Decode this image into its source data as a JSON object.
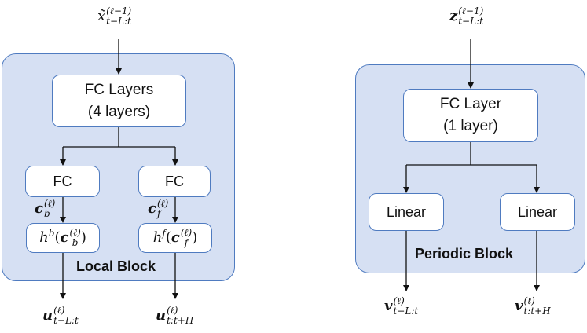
{
  "local_block": {
    "input_label": {
      "base": "x̃",
      "sup": "(ℓ−1)",
      "sub": "t−L:t"
    },
    "fc_layers": {
      "line1": "FC Layers",
      "line2": "(4 layers)"
    },
    "fc_left": "FC",
    "fc_right": "FC",
    "coef_b": {
      "base": "c",
      "sup": "(ℓ)",
      "sub": "b"
    },
    "coef_f": {
      "base": "c",
      "sup": "(ℓ)",
      "sub": "f"
    },
    "basis_b": {
      "fn": "h",
      "fn_sup": "b",
      "arg": "c",
      "arg_sup": "(ℓ)",
      "arg_sub": "b"
    },
    "basis_f": {
      "fn": "h",
      "fn_sup": "f",
      "arg": "c",
      "arg_sup": "(ℓ)",
      "arg_sub": "f"
    },
    "title": "Local Block",
    "output_back": {
      "base": "u",
      "sup": "(ℓ)",
      "sub": "t−L:t"
    },
    "output_fore": {
      "base": "u",
      "sup": "(ℓ)",
      "sub": "t:t+H"
    }
  },
  "periodic_block": {
    "input_label": {
      "base": "z",
      "sup": "(ℓ−1)",
      "sub": "t−L:t"
    },
    "fc_layer": {
      "line1": "FC Layer",
      "line2": "(1 layer)"
    },
    "linear_left": "Linear",
    "linear_right": "Linear",
    "title": "Periodic Block",
    "output_back": {
      "base": "v",
      "sup": "(ℓ)",
      "sub": "t−L:t"
    },
    "output_fore": {
      "base": "v",
      "sup": "(ℓ)",
      "sub": "t:t+H"
    }
  }
}
